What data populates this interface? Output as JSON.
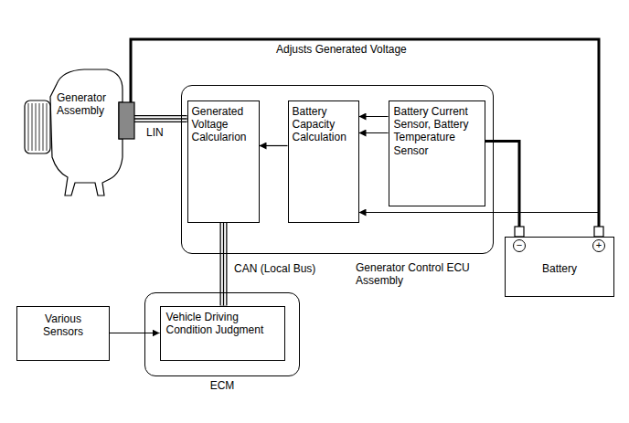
{
  "diagram": {
    "nodes": [
      {
        "text": [
          "Generator Assembly"
        ]
      },
      {
        "text": [
          "Generator Control ECU Assembly"
        ]
      },
      {
        "text": [
          "Generated Voltage Calcularion"
        ],
        "in": 1
      },
      {
        "text": [
          "Battery Capacity Calculation"
        ],
        "in": 1
      },
      {
        "text": [
          "Battery Current Sensor, Battery Temperature Sensor"
        ],
        "in": 1
      },
      {
        "text": [
          "Battery"
        ]
      },
      {
        "text": [
          "ECM"
        ]
      },
      {
        "text": [
          "Vehicle Driving Condition Judgment"
        ],
        "in": 6
      },
      {
        "text": [
          "Various Sensors"
        ]
      }
    ],
    "edges": [
      {
        "from": 0,
        "to": 2,
        "arrow": "none",
        "label": "LIN"
      },
      {
        "from": 5,
        "to": 0,
        "arrow": "none",
        "label": "Adjusts Generated Voltage"
      },
      {
        "from": 3,
        "to": 2,
        "arrow": "to"
      },
      {
        "from": 4,
        "to": 3,
        "arrow": "to"
      },
      {
        "from": 4,
        "to": 3,
        "arrow": "to"
      },
      {
        "from": 5,
        "to": 4,
        "arrow": "none"
      },
      {
        "from": 5,
        "to": 3,
        "arrow": "to"
      },
      {
        "from": 2,
        "to": 7,
        "arrow": "none",
        "label": "CAN (Local Bus)"
      },
      {
        "from": 8,
        "to": 7,
        "arrow": "to"
      }
    ],
    "labels": [
      "−",
      "+"
    ]
  }
}
